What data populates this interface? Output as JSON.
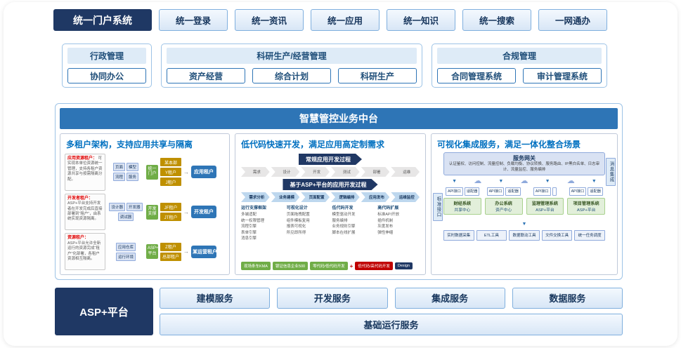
{
  "icons": {
    "cloud": "☁",
    "down_arrow": "▼",
    "flow_arrow": "→"
  },
  "portal": {
    "title": "统一门户系统",
    "items": [
      "统一登录",
      "统一资讯",
      "统一应用",
      "统一知识",
      "统一搜索",
      "一网通办"
    ]
  },
  "groups": [
    {
      "title": "行政管理",
      "items": [
        "协同办公"
      ]
    },
    {
      "title": "科研生产/经营管理",
      "items": [
        "资产经营",
        "综合计划",
        "科研生产"
      ]
    },
    {
      "title": "合规管理",
      "items": [
        "合同管理系统",
        "审计管理系统"
      ]
    }
  ],
  "middle": {
    "header": "智慧管控业务中台",
    "panel1": {
      "title": "多租户架构，支持应用共享与隔离",
      "lanes": [
        {
          "note_title": "应用资源租户：",
          "note_text": "可实现本单位资源统一管理，支持各租户资源共享与按需隔离分配。",
          "minis": [
            "页面",
            "模型",
            "流程",
            "服务"
          ],
          "green": "统一门户",
          "olives": [
            "某本部",
            "Y租户",
            "J租户"
          ],
          "blue": "应用租户"
        },
        {
          "note_title": "开发者租户：",
          "note_text": "ASP+平台支持开发者在开发完成后直接部署到“租户”，由系统实现资源隔离。",
          "minis": [
            "设计器",
            "开发器",
            "调试器"
          ],
          "green": "开发支撑",
          "olives": [
            "JF租户",
            "JT租户"
          ],
          "blue": "开发租户"
        },
        {
          "note_title": "资源租户：",
          "note_text": "ASP+平台允许全新运行的资源完成“租户”化部署，各租户资源相互隔离。",
          "minis": [
            "应用仓库",
            "运行环境"
          ],
          "green": "ASP+云平台",
          "olives": [
            "Z租户",
            "总部租户"
          ],
          "blue": "某运营租户"
        }
      ]
    },
    "panel2": {
      "title": "低代码快速开发，满足应用高定制需求",
      "banner1": "常规应用开发过程",
      "steps1": [
        "需求",
        "设计",
        "开发",
        "测试",
        "部署",
        "运维"
      ],
      "banner2": "基于ASP+平台的应用开发过程",
      "steps2": [
        "需求分析",
        "业务建模",
        "页面配置",
        "逻辑编排",
        "应用发布",
        "运维监控"
      ],
      "columns": [
        [
          "运行支撑框架",
          "多端适配",
          "统一权限管理",
          "流程引擎",
          "表单引擎",
          "消息引擎"
        ],
        [
          "可视化设计",
          "页面拖拽配置",
          "组件模板复用",
          "报表可视化",
          "所见即所得"
        ],
        [
          "低代码开发",
          "模型驱动开发",
          "服务编排",
          "业务规则引擎",
          "脚本在线扩展"
        ],
        [
          "高代码扩展",
          "标准API开放",
          "插件机制",
          "灰度发布",
          "弹性伸缩"
        ]
      ],
      "badges": {
        "b1": "现场条车KMA",
        "b2": "银证信息企业500",
        "b3": "零代码/低代码开发",
        "plus": "+",
        "b4": "低代码/高代码开发",
        "b5": "Design"
      }
    },
    "panel3": {
      "title": "可视化集成服务，满足一体化整合场景",
      "gateway_title": "服务网关",
      "gateway_items": "认证鉴权、访问控制、流量控制、负载均衡、协议转换、服务路由、IP黑白名单、日志审计、流量监控、服务编排",
      "left_label": "标准接口",
      "right_label": "消息集成",
      "api_box": "API接口",
      "adapter_box": "适配器",
      "apps": [
        {
          "name": "财经系统",
          "sub": "共享中心"
        },
        {
          "name": "办公系统",
          "sub": "资产中心"
        },
        {
          "name": "监理管理系统",
          "sub": "ASP+平台"
        },
        {
          "name": "项目管理系统",
          "sub": "ASP+平台"
        }
      ],
      "tools": [
        "实时数据采集",
        "ETL工具",
        "数据联动工具",
        "文件交换工具",
        "统一任务调度"
      ]
    }
  },
  "bottom": {
    "title": "ASP+平台",
    "services": [
      "建模服务",
      "开发服务",
      "集成服务",
      "数据服务"
    ],
    "base": "基础运行服务"
  }
}
